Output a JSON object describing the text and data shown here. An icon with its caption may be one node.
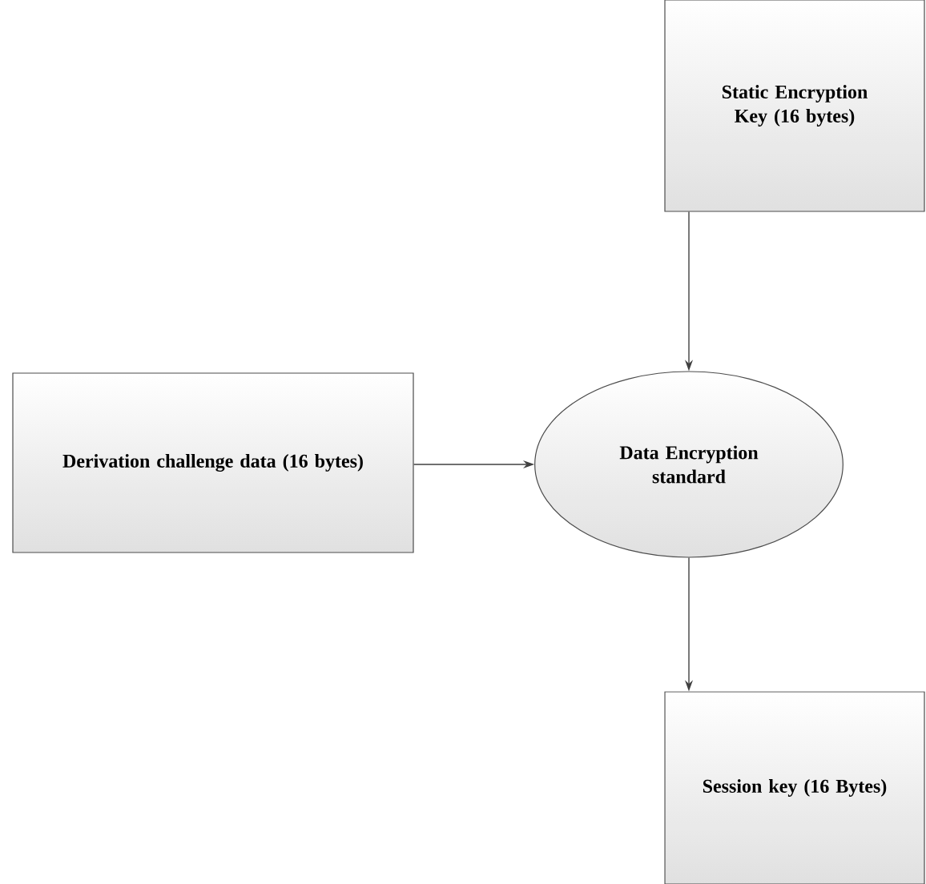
{
  "diagram": {
    "nodes": [
      {
        "text": [
          "Static Encryption Key (16 bytes)"
        ]
      },
      {
        "text": [
          "Derivation challenge data (16 bytes)"
        ]
      },
      {
        "text": [
          "Data Encryption standard"
        ]
      },
      {
        "text": [
          "Session key (16 Bytes)"
        ]
      }
    ],
    "edges": [
      {
        "from": 0,
        "to": 2,
        "arrow": "to"
      },
      {
        "from": 1,
        "to": 2,
        "arrow": "to"
      },
      {
        "from": 2,
        "to": 3,
        "arrow": "to"
      }
    ]
  }
}
